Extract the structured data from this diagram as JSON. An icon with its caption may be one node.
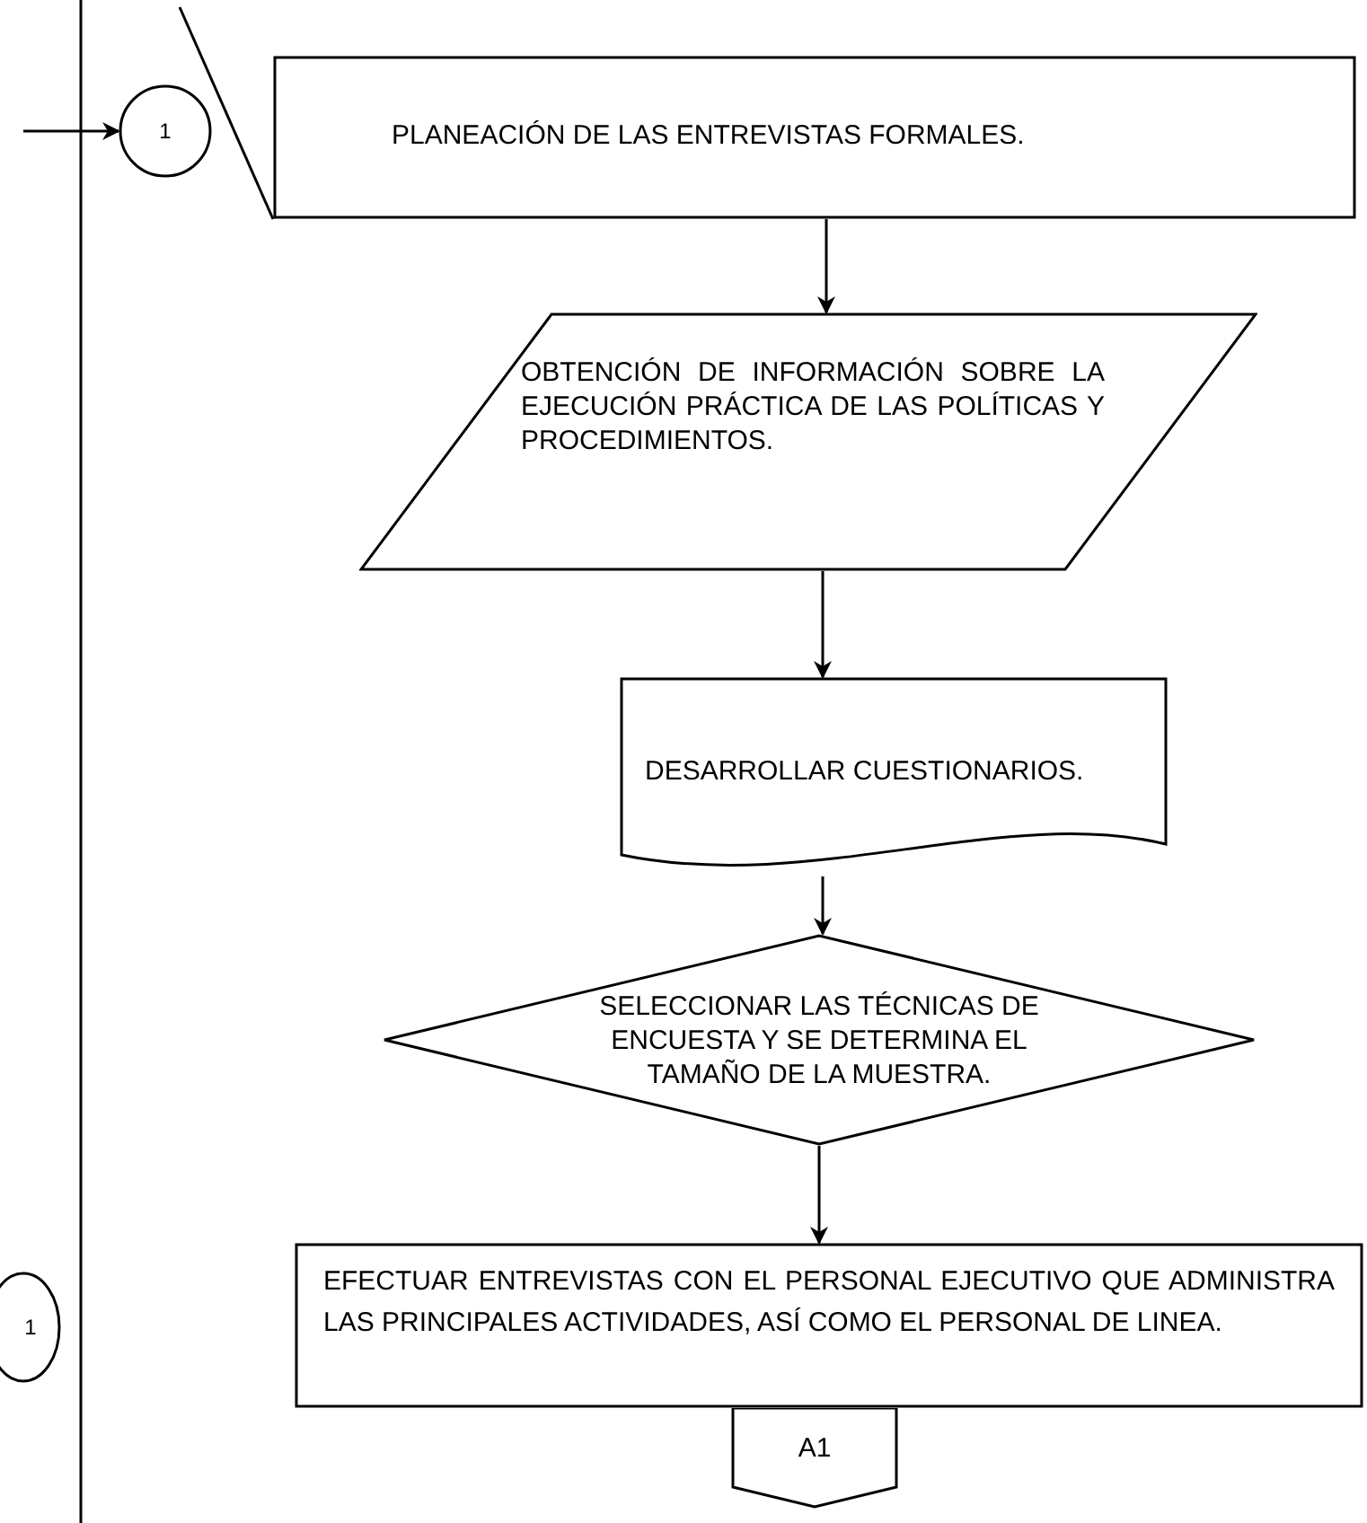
{
  "diagram": {
    "nodes": [
      {
        "text": [
          "1"
        ]
      },
      {
        "text": [
          "PLANEACIÓN DE LAS ENTREVISTAS FORMALES."
        ]
      },
      {
        "text": [
          "OBTENCIÓN DE INFORMACIÓN SOBRE LA EJECUCIÓN PRÁCTICA DE LAS POLÍTICAS Y PROCEDIMIENTOS."
        ]
      },
      {
        "text": [
          "DESARROLLAR CUESTIONARIOS."
        ]
      },
      {
        "text": [
          "SELECCIONAR LAS TÉCNICAS DE ENCUESTA Y SE DETERMINA EL TAMAÑO DE LA MUESTRA."
        ]
      },
      {
        "text": [
          "EFECTUAR ENTREVISTAS CON EL PERSONAL EJECUTIVO QUE ADMINISTRA LAS PRINCIPALES ACTIVIDADES, ASÍ COMO EL PERSONAL DE LINEA."
        ]
      },
      {
        "text": [
          "A1"
        ]
      },
      {
        "text": [
          "1"
        ]
      }
    ],
    "edges": [
      {
        "from": null,
        "to": 0,
        "arrow": "to"
      },
      {
        "from": 1,
        "to": 2,
        "arrow": "to"
      },
      {
        "from": 2,
        "to": 3,
        "arrow": "to"
      },
      {
        "from": 3,
        "to": 4,
        "arrow": "to"
      },
      {
        "from": 4,
        "to": 5,
        "arrow": "to"
      }
    ]
  }
}
